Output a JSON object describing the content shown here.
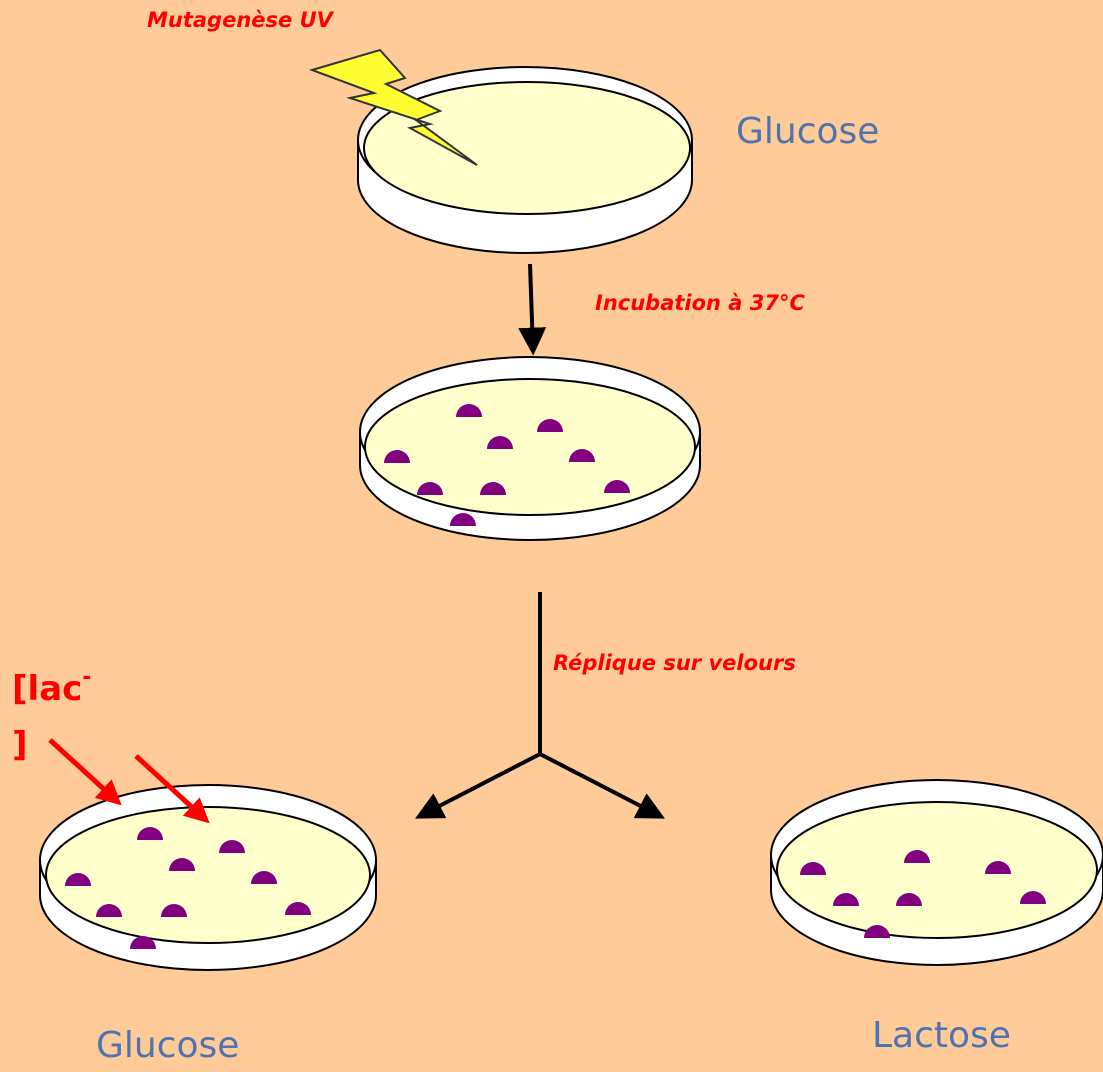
{
  "labels": {
    "uv_step": "Mutagenèse UV",
    "incubation_step": "Incubation à 37°C",
    "replica_step": "Réplique sur velours",
    "mutant_label_main": "[lac",
    "mutant_label_sup": "-",
    "mutant_label_close": "]",
    "plate_top_medium": "Glucose",
    "plate_left_medium": "Glucose",
    "plate_right_medium": "Lactose"
  },
  "colors": {
    "background": "#ffcc99",
    "agar": "#ffffcc",
    "dish": "#ffffff",
    "colony": "#800080",
    "lightning": "#ffff33",
    "annotation_red": "#ff0000",
    "medium_label_blue": "#4f73b0",
    "arrow": "#000000"
  },
  "icons": {
    "uv_source": "lightning-bolt-icon",
    "colony": "bacterial-colony-icon"
  }
}
